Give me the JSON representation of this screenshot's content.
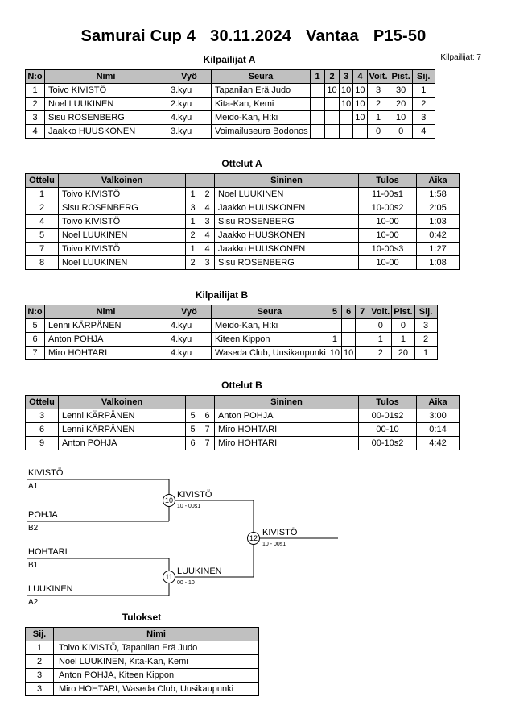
{
  "title": {
    "event": "Samurai Cup 4",
    "date": "30.11.2024",
    "city": "Vantaa",
    "category": "P15-50"
  },
  "competitors_label": "Kilpailijat: 7",
  "sections": {
    "kilpailijat_a": "Kilpailijat A",
    "ottelut_a": "Ottelut A",
    "kilpailijat_b": "Kilpailijat B",
    "ottelut_b": "Ottelut B",
    "tulokset": "Tulokset"
  },
  "tables": {
    "kilpailijat_a": {
      "headers": [
        "N:o",
        "Nimi",
        "Vyö",
        "Seura",
        "1",
        "2",
        "3",
        "4",
        "Voit.",
        "Pist.",
        "Sij."
      ],
      "rows": [
        [
          "1",
          "Toivo KIVISTÖ",
          "3.kyu",
          "Tapanilan Erä Judo",
          "",
          "10",
          "10",
          "10",
          "3",
          "30",
          "1"
        ],
        [
          "2",
          "Noel LUUKINEN",
          "2.kyu",
          "Kita-Kan, Kemi",
          "",
          "",
          "10",
          "10",
          "2",
          "20",
          "2"
        ],
        [
          "3",
          "Sisu ROSENBERG",
          "4.kyu",
          "Meido-Kan, H:ki",
          "",
          "",
          "",
          "10",
          "1",
          "10",
          "3"
        ],
        [
          "4",
          "Jaakko HUUSKONEN",
          "3.kyu",
          "Voimailuseura Bodonos",
          "",
          "",
          "",
          "",
          "0",
          "0",
          "4"
        ]
      ]
    },
    "ottelut_a": {
      "headers": [
        "Ottelu",
        "Valkoinen",
        "",
        "",
        "Sininen",
        "Tulos",
        "Aika"
      ],
      "rows": [
        [
          "1",
          "Toivo KIVISTÖ",
          "1",
          "2",
          "Noel LUUKINEN",
          "11-00s1",
          "1:58"
        ],
        [
          "2",
          "Sisu ROSENBERG",
          "3",
          "4",
          "Jaakko HUUSKONEN",
          "10-00s2",
          "2:05"
        ],
        [
          "4",
          "Toivo KIVISTÖ",
          "1",
          "3",
          "Sisu ROSENBERG",
          "10-00",
          "1:03"
        ],
        [
          "5",
          "Noel LUUKINEN",
          "2",
          "4",
          "Jaakko HUUSKONEN",
          "10-00",
          "0:42"
        ],
        [
          "7",
          "Toivo KIVISTÖ",
          "1",
          "4",
          "Jaakko HUUSKONEN",
          "10-00s3",
          "1:27"
        ],
        [
          "8",
          "Noel LUUKINEN",
          "2",
          "3",
          "Sisu ROSENBERG",
          "10-00",
          "1:08"
        ]
      ]
    },
    "kilpailijat_b": {
      "headers": [
        "N:o",
        "Nimi",
        "Vyö",
        "Seura",
        "5",
        "6",
        "7",
        "Voit.",
        "Pist.",
        "Sij."
      ],
      "rows": [
        [
          "5",
          "Lenni KÄRPÄNEN",
          "4.kyu",
          "Meido-Kan, H:ki",
          "",
          "",
          "",
          "0",
          "0",
          "3"
        ],
        [
          "6",
          "Anton POHJA",
          "4.kyu",
          "Kiteen Kippon",
          "1",
          "",
          "",
          "1",
          "1",
          "2"
        ],
        [
          "7",
          "Miro HOHTARI",
          "4.kyu",
          "Waseda Club, Uusikaupunki",
          "10",
          "10",
          "",
          "2",
          "20",
          "1"
        ]
      ]
    },
    "ottelut_b": {
      "headers": [
        "Ottelu",
        "Valkoinen",
        "",
        "",
        "Sininen",
        "Tulos",
        "Aika"
      ],
      "rows": [
        [
          "3",
          "Lenni KÄRPÄNEN",
          "5",
          "6",
          "Anton POHJA",
          "00-01s2",
          "3:00"
        ],
        [
          "6",
          "Lenni KÄRPÄNEN",
          "5",
          "7",
          "Miro HOHTARI",
          "00-10",
          "0:14"
        ],
        [
          "9",
          "Anton POHJA",
          "6",
          "7",
          "Miro HOHTARI",
          "00-10s2",
          "4:42"
        ]
      ]
    },
    "tulokset": {
      "headers": [
        "Sij.",
        "Nimi"
      ],
      "rows": [
        [
          "1",
          "Toivo KIVISTÖ, Tapanilan Erä Judo"
        ],
        [
          "2",
          "Noel LUUKINEN, Kita-Kan, Kemi"
        ],
        [
          "3",
          "Anton POHJA, Kiteen Kippon"
        ],
        [
          "3",
          "Miro HOHTARI, Waseda Club, Uusikaupunki"
        ]
      ]
    }
  },
  "bracket": {
    "entries": [
      {
        "name": "KIVISTÖ",
        "seed": "A1"
      },
      {
        "name": "POHJA",
        "seed": "B2"
      },
      {
        "name": "HOHTARI",
        "seed": "B1"
      },
      {
        "name": "LUUKINEN",
        "seed": "A2"
      }
    ],
    "matches": [
      {
        "number": "10",
        "winner": "KIVISTÖ",
        "score": "10 - 00s1"
      },
      {
        "number": "11",
        "winner": "LUUKINEN",
        "score": "00 - 10"
      },
      {
        "number": "12",
        "winner": "KIVISTÖ",
        "score": "10 - 00s1"
      }
    ]
  },
  "colors": {
    "header_bg": "#c0c0c0",
    "border": "#000000"
  }
}
